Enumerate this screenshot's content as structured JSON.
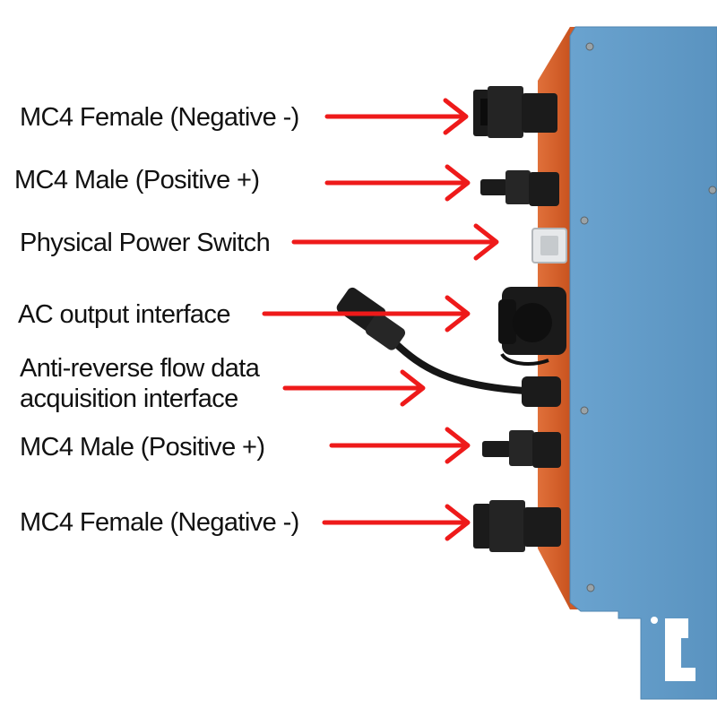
{
  "labels": {
    "mc4_female_top": "MC4 Female (Negative -)",
    "mc4_male_top": "MC4 Male (Positive +)",
    "power_switch": "Physical Power Switch",
    "ac_output": "AC output interface",
    "anti_reverse_line1": "Anti-reverse flow data",
    "anti_reverse_line2": "acquisition interface",
    "mc4_male_bottom": "MC4 Male (Positive +)",
    "mc4_female_bottom": "MC4 Female (Negative -)"
  },
  "colors": {
    "arrow": "#ee1a1a",
    "panel_face": "#5f98c4",
    "panel_side": "#d8622a",
    "connector": "#1a1a1a"
  }
}
